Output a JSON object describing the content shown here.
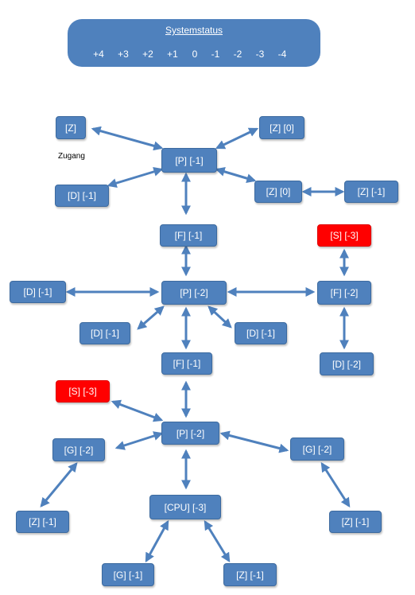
{
  "banner": {
    "title": "Systemstatus",
    "scale": [
      "+4",
      "+3",
      "+2",
      "+1",
      "0",
      "-1",
      "-2",
      "-3",
      "-4"
    ]
  },
  "colors": {
    "node": "#4f81bd",
    "critical": "#ff0000",
    "arrow": "#4f81bd"
  },
  "label_zugang": "Zugang",
  "nodes": {
    "z_top_left": "[Z]",
    "z_top_right": "[Z] [0]",
    "p1": "[P] [-1]",
    "d_left_1": "[D] [-1]",
    "z_mid": "[Z] [0]",
    "z_right_1": "[Z] [-1]",
    "f1": "[F] [-1]",
    "s_right": "[S] [-3]",
    "d_far_left": "[D] [-1]",
    "p2": "[P] [-2]",
    "f_right": "[F] [-2]",
    "d_below_left": "[D] [-1]",
    "d_below_right": "[D] [-1]",
    "d_right_2": "[D] [-2]",
    "f2": "[F] [-1]",
    "s_left": "[S] [-3]",
    "p3": "[P] [-2]",
    "g_left": "[G] [-2]",
    "g_right": "[G] [-2]",
    "cpu": "[CPU] [-3]",
    "z_bottom_left": "[Z] [-1]",
    "z_bottom_right": "[Z] [-1]",
    "g_bottom": "[G] [-1]",
    "z_bottom": "[Z] [-1]"
  }
}
